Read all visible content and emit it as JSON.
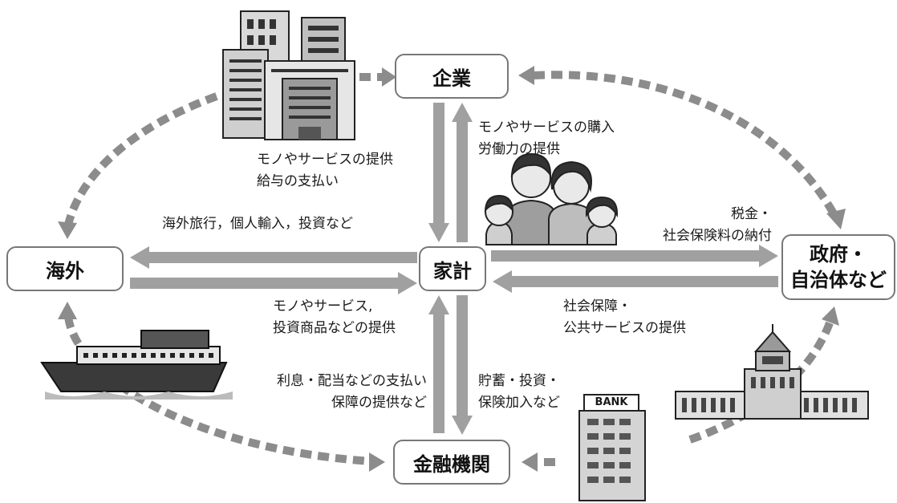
{
  "nodes": {
    "kigyo": "企業",
    "kakei": "家計",
    "kaigai": "海外",
    "seifu_line1": "政府・",
    "seifu_line2": "自治体など",
    "kinyu": "金融機関",
    "bank_sign": "BANK"
  },
  "labels": {
    "household_to_company_1": "モノやサービスの購入",
    "household_to_company_2": "労働力の提供",
    "company_to_household_1": "モノやサービスの提供",
    "company_to_household_2": "給与の支払い",
    "household_to_overseas": "海外旅行，個人輸入，投資など",
    "overseas_to_household_1": "モノやサービス,",
    "overseas_to_household_2": "投資商品などの提供",
    "household_to_government_1": "税金・",
    "household_to_government_2": "社会保険料の納付",
    "government_to_household_1": "社会保障・",
    "government_to_household_2": "公共サービスの提供",
    "finance_to_household_1": "利息・配当などの支払い",
    "finance_to_household_2": "保障の提供など",
    "household_to_finance_1": "貯蓄・投資・",
    "household_to_finance_2": "保険加入など"
  },
  "colors": {
    "arrow": "#a0a0a0",
    "dashed_arrow": "#8c8c8c",
    "box_border": "#777777"
  },
  "icons": [
    "office-buildings-icon",
    "family-icon",
    "cargo-ship-icon",
    "bank-building-icon",
    "diet-building-icon"
  ]
}
